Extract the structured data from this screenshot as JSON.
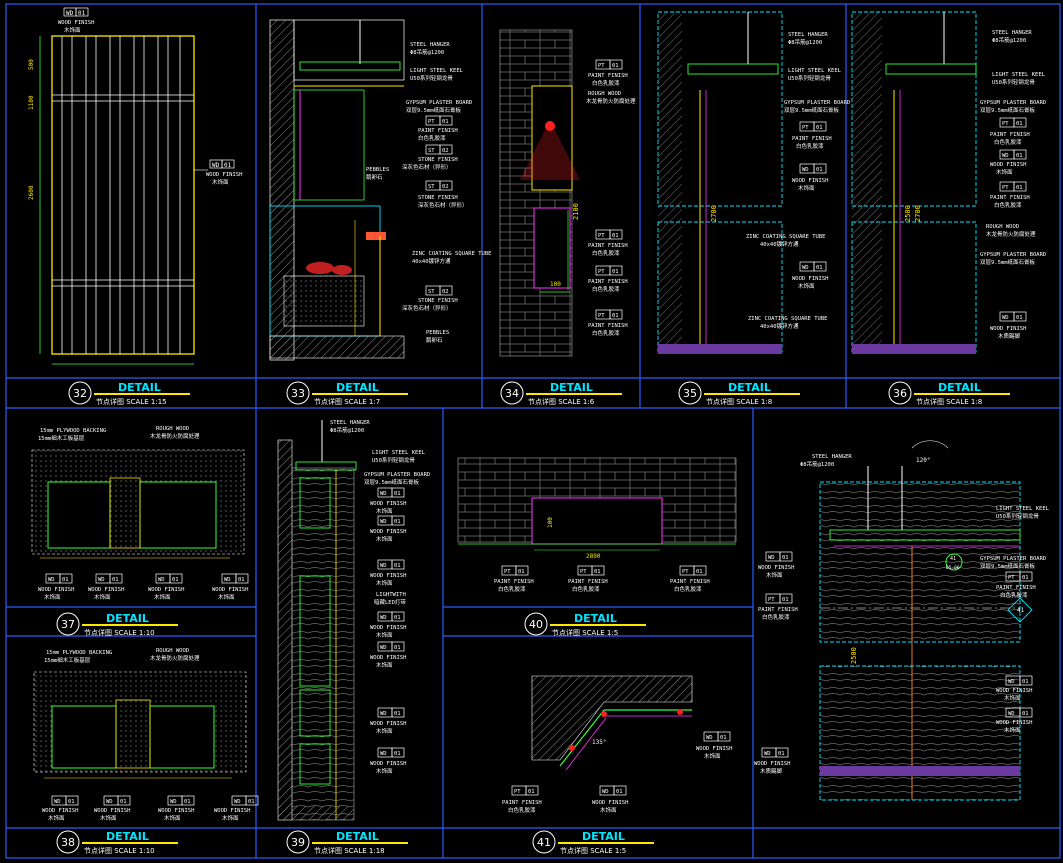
{
  "theme": {
    "bg": "#000000",
    "frame": "#2a5cff",
    "line": "#ffffff",
    "accent_yellow": "#ffe600",
    "accent_green": "#33ff33",
    "accent_cyan": "#00e5ff",
    "accent_magenta": "#ff33ff",
    "accent_red": "#ff2020"
  },
  "common": {
    "detail": "DETAIL",
    "cn_title": "节点详图"
  },
  "details": [
    {
      "num": "32",
      "scale": "SCALE 1:15"
    },
    {
      "num": "33",
      "scale": "SCALE 1:7"
    },
    {
      "num": "34",
      "scale": "SCALE 1:6"
    },
    {
      "num": "35",
      "scale": "SCALE 1:8"
    },
    {
      "num": "36",
      "scale": "SCALE 1:8"
    },
    {
      "num": "37",
      "scale": "SCALE 1:10"
    },
    {
      "num": "38",
      "scale": "SCALE 1:10"
    },
    {
      "num": "39",
      "scale": "SCALE 1:18"
    },
    {
      "num": "40",
      "scale": "SCALE 1:5"
    },
    {
      "num": "41",
      "scale": "SCALE 1:5"
    }
  ],
  "tags": {
    "wd01": {
      "code": "WD",
      "no": "01"
    },
    "pt01": {
      "code": "PT",
      "no": "01"
    },
    "st02": {
      "code": "ST",
      "no": "02"
    }
  },
  "labels": {
    "wood_finish": "WOOD FINISH",
    "wood_finish_cn": "木饰面",
    "paint_finish": "PAINT FINISH",
    "paint_finish_cn": "白色乳胶漆",
    "stone_finish": "STONE FINISH",
    "stone_finish_cn": "深灰色石材（异形）",
    "steel_hanger": "STEEL HANGER",
    "steel_hanger_sub": "Φ8吊筋@1200",
    "light_steel_keel": "LIGHT STEEL KEEL",
    "light_steel_keel_sub": "U50系列轻钢龙骨",
    "gypsum_board": "GYPSUM PLASTER BOARD",
    "gypsum_board_sub": "双层9.5mm纸面石膏板",
    "pebbles": "PEBBLES",
    "pebbles_cn": "鹅卵石",
    "zinc_tube": "ZINC COATING SQUARE TUBE",
    "zinc_tube_cn": "40x40镀锌方通",
    "rough_wood": "ROUGH WOOD",
    "rough_wood_cn": "木龙骨防火防腐处理",
    "plywood": "15mm PLYWOOD BACKING",
    "plywood_cn": "15mm细木工板基层",
    "lightwith": "LIGHTWITH",
    "lightwith_cn": "暗藏LED灯带",
    "wood_floor_cn": "木质踢脚"
  },
  "dims": {
    "d32_total": "2600",
    "d32_a": "500",
    "d32_b": "1100",
    "d34_h": "2100",
    "d34_w": "100",
    "d35_h": "2700",
    "d36_h": "2500",
    "d36_h2": "2700",
    "d40_w": "2890",
    "d40_h": "100",
    "d41_angle": "135°",
    "d42_h": "2500",
    "d42_angle": "120°",
    "d42_tag": "41"
  },
  "bubble": {
    "num": "41",
    "sub": "D5-06"
  }
}
